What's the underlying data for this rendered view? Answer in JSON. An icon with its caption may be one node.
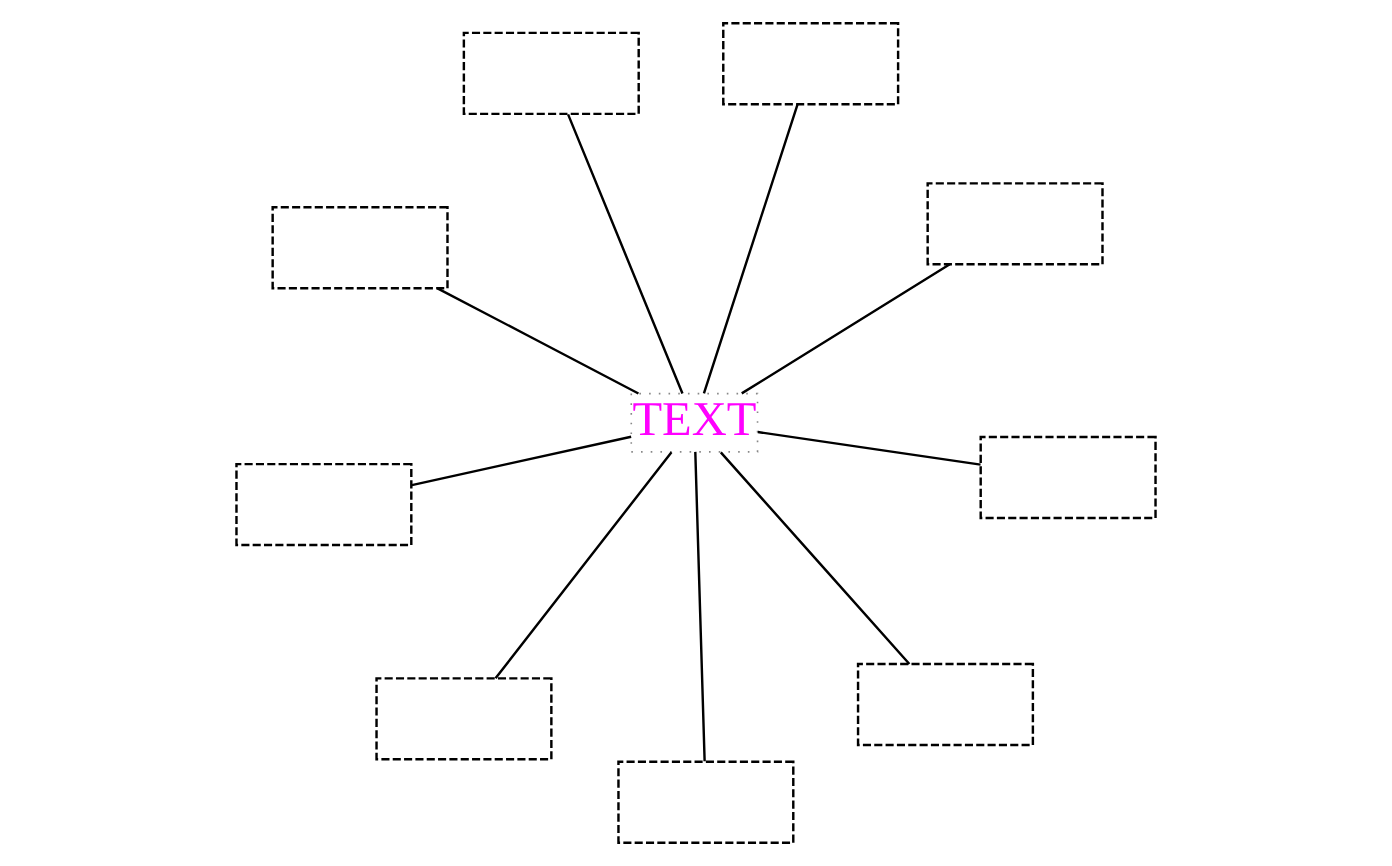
{
  "diagram": {
    "nodes": [
      {
        "text": [],
        "shape": "box"
      },
      {
        "text": [],
        "shape": "box"
      },
      {
        "text": [],
        "shape": "box"
      },
      {
        "text": [],
        "shape": "box"
      },
      {
        "text": [],
        "shape": "box"
      },
      {
        "text": [
          "TEXT"
        ]
      },
      {
        "text": [],
        "shape": "box"
      },
      {
        "text": [],
        "shape": "box"
      },
      {
        "text": [],
        "shape": "box"
      },
      {
        "text": [],
        "shape": "box"
      }
    ],
    "edges": [
      {
        "from": 5,
        "to": 0,
        "arrow": "none"
      },
      {
        "from": 5,
        "to": 1,
        "arrow": "none"
      },
      {
        "from": 5,
        "to": 2,
        "arrow": "none"
      },
      {
        "from": 5,
        "to": 3,
        "arrow": "none"
      },
      {
        "from": 5,
        "to": 4,
        "arrow": "none"
      },
      {
        "from": 5,
        "to": 6,
        "arrow": "none"
      },
      {
        "from": 5,
        "to": 7,
        "arrow": "none"
      },
      {
        "from": 5,
        "to": 8,
        "arrow": "none"
      },
      {
        "from": 5,
        "to": 9,
        "arrow": "none"
      }
    ]
  }
}
